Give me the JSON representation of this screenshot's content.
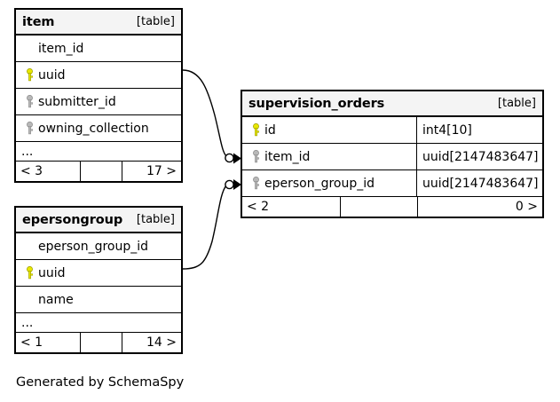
{
  "diagram": {
    "kind_label": "[table]",
    "credit": "Generated by SchemaSpy",
    "colors": {
      "primary_key": "#e8e800",
      "foreign_key": "#b8b8b8",
      "border": "#000000",
      "header_fill": "#f4f4f4",
      "background": "#ffffff"
    }
  },
  "tables": {
    "item": {
      "name": "item",
      "kind": "[table]",
      "columns": [
        {
          "key": "none",
          "name": "item_id",
          "type": ""
        },
        {
          "key": "primary",
          "name": "uuid",
          "type": ""
        },
        {
          "key": "foreign",
          "name": "submitter_id",
          "type": ""
        },
        {
          "key": "foreign",
          "name": "owning_collection",
          "type": ""
        }
      ],
      "more": "...",
      "footer": {
        "left": "< 3",
        "middle": "",
        "right": "17 >"
      }
    },
    "epersongroup": {
      "name": "epersongroup",
      "kind": "[table]",
      "columns": [
        {
          "key": "none",
          "name": "eperson_group_id",
          "type": ""
        },
        {
          "key": "primary",
          "name": "uuid",
          "type": ""
        },
        {
          "key": "none",
          "name": "name",
          "type": ""
        }
      ],
      "more": "...",
      "footer": {
        "left": "< 1",
        "middle": "",
        "right": "14 >"
      }
    },
    "supervision_orders": {
      "name": "supervision_orders",
      "kind": "[table]",
      "columns": [
        {
          "key": "primary",
          "name": "id",
          "type": "int4[10]"
        },
        {
          "key": "foreign",
          "name": "item_id",
          "type": "uuid[2147483647]"
        },
        {
          "key": "foreign",
          "name": "eperson_group_id",
          "type": "uuid[2147483647]"
        }
      ],
      "footer": {
        "left": "< 2",
        "middle": "",
        "right": "0 >"
      }
    }
  },
  "relationships": [
    {
      "from_table": "item",
      "from_column": "uuid",
      "to_table": "supervision_orders",
      "to_column": "item_id"
    },
    {
      "from_table": "epersongroup",
      "from_column": "uuid",
      "to_table": "supervision_orders",
      "to_column": "eperson_group_id"
    }
  ]
}
